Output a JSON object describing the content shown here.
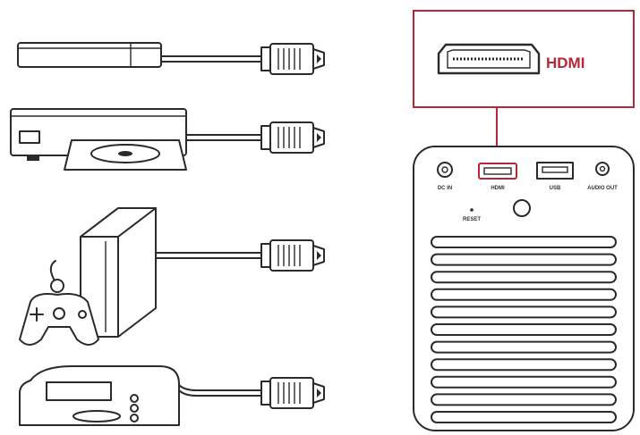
{
  "callout": {
    "label": "HDMI",
    "color": "#b5283a"
  },
  "projector": {
    "ports": [
      {
        "name": "dc-in",
        "label": "DC IN"
      },
      {
        "name": "hdmi",
        "label": "HDMI"
      },
      {
        "name": "usb",
        "label": "USB"
      },
      {
        "name": "audio-out",
        "label": "AUDIO OUT"
      }
    ],
    "reset_label": "RESET"
  },
  "sources": [
    "streaming-stick-icon",
    "dvd-player-icon",
    "game-console-icon",
    "set-top-box-icon"
  ]
}
